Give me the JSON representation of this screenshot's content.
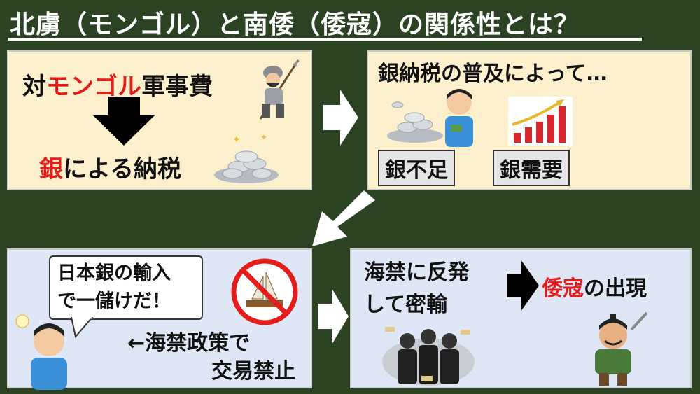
{
  "title": "北虜（モンゴル）と南倭（倭寇）の関係性とは？",
  "panel1": {
    "line1_red": "モンゴル",
    "line1_prefix": "対",
    "line1_suffix": "軍事費",
    "line2_red": "銀",
    "line2_rest": "による納税"
  },
  "panel2": {
    "heading": "銀納税の普及によって…",
    "tag1": "銀不足",
    "tag2": "銀需要"
  },
  "panel3": {
    "bubble_line1": "日本銀の輸入",
    "bubble_line2": "で一儲けだ！",
    "line1": "←海禁政策で",
    "line2": "交易禁止"
  },
  "panel4": {
    "left_line1": "海禁に反発",
    "left_line2": "して密輸",
    "right_red": "倭寇",
    "right_rest": "の出現"
  },
  "colors": {
    "background": "#2b4223",
    "cream_panel": "#fdf0cd",
    "blue_panel": "#dfe6f5",
    "accent_red": "#e51c1c"
  }
}
